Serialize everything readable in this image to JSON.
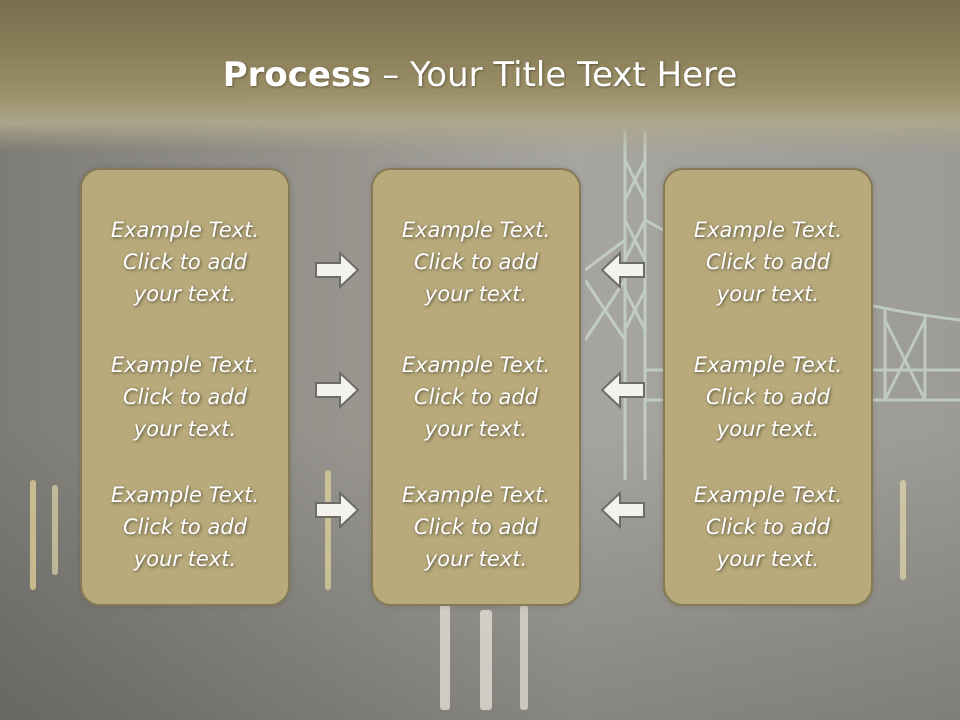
{
  "slide": {
    "title_bold": "Process",
    "title_rest": " – Your Title Text Here"
  },
  "columns": [
    {
      "items": [
        "Example Text.\nClick  to add\nyour text.",
        "Example Text.\nClick  to add\nyour text.",
        "Example Text.\nClick  to add\nyour text."
      ]
    },
    {
      "items": [
        "Example Text.\nClick  to add\nyour text.",
        "Example Text.\nClick  to add\nyour text.",
        "Example Text.\nClick  to add\nyour text."
      ]
    },
    {
      "items": [
        "Example Text.\nClick  to add\nyour text.",
        "Example Text.\nClick  to add\nyour text.",
        "Example Text.\nClick  to add\nyour text."
      ]
    }
  ],
  "arrows": {
    "left_group": "right-arrow-icon",
    "right_group": "left-arrow-icon"
  },
  "colors": {
    "panel_fill": "#b8aa7b",
    "panel_border": "#867a55",
    "header": "#8a7f59",
    "text": "#ffffff"
  }
}
